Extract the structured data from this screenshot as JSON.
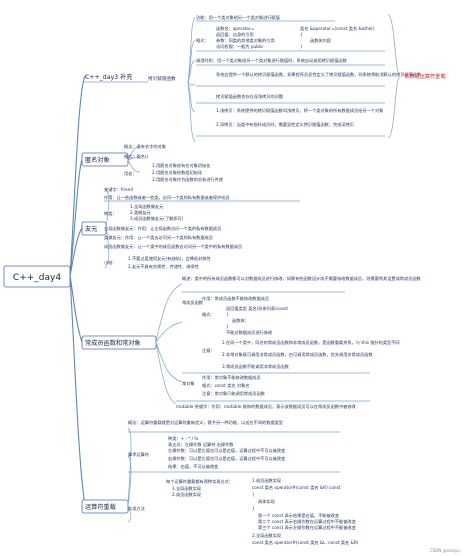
{
  "root": "C++_day4",
  "watermark": "CSDN @xiaoyu",
  "branches": [
    {
      "key": "b1",
      "label": "C++_day3 补充",
      "sub": "拷贝赋值函数",
      "lines": [
        "功能：用一个类对象给另一个类对象进行赋值",
        "格式：",
        "函数名：operator=",
        "返回值：自身的引用",
        "参数：同类的其他类对象的引用",
        "访问权限：一般为 public",
        "类名 &operator=(const 类名 &other)",
        "{",
        "函数体内容",
        "}",
        "调用时机：用一个类对象给另一个类对象进行赋值时，系统自动调用拷贝赋值函数",
        "系统会提供一个默认的拷贝赋值函数，如果程序员显性定义了拷贝赋值函数，则系统将取消默认的拷贝赋值函数",
        "拷贝赋值函数也存在深浅拷贝的问题",
        "1.浅拷贝：系统提供的拷贝赋值函数叫浅拷贝，将一个类对象的所有数据成员给另一个对象",
        "2.深拷贝：当类中有指针成员时，需要显性定义拷贝赋值函数，完成深拷贝"
      ],
      "note": "本质是运算符重载"
    },
    {
      "key": "b2",
      "label": "匿名对象",
      "lines": [
        "概念：没有名字的对象",
        "格式：类名()",
        "用处：",
        "1.用匿名对象给有名对象初始化",
        "2.用匿名对象给数组初始化",
        "3.用匿名对象作为函数的实参进行传递"
      ]
    },
    {
      "key": "b3",
      "label": "友元",
      "lines": [
        "关键字：friend",
        "作用：让一些函数或者一些类，访问一个类的私有数据或者保护成员",
        "种类：",
        "1.全局函数做友元",
        "2.类做友元",
        "3.成员函数做友元(了解即可)",
        "全局函数做友元：作用：让全局函数访问一个类的私有数据成员",
        "类做友元：作用：让一个类去访问另一个类的私有数据成员",
        "成员函数做友元：让一个类中的成员函数去访问另一个类中的私有数据成员",
        "小结：",
        "1.不要过度使用友元(有缺陷)，会降低封装性",
        "2.友元不具有交换性、传递性、继承性"
      ]
    },
    {
      "key": "b4",
      "label": "常成员函数和常对象",
      "lines": [
        "概述：类中的所有成员函数都可以对数据成员进行修改，如果有些函数设计成不需要修改数据成员，则需要将其设置成常成员函数",
        "常成员函数",
        "作用：常成员函数不能修改数据成员",
        "格式：",
        "返回值类型 类名(形参列表)const",
        "{",
        "函数体；",
        "}",
        "不能对数据成员进行修改",
        "注意：",
        "1.在同一个类中，同名的常成员函数和非常成员函数，是函数重载关系，与 this 指针的类型不同",
        "2.非常对象既可调用非常成员函数，也可调用常成员函数，优先调用非常成员函数",
        "3.常成员函数不能调用非常成员函数",
        "常对象",
        "作用：常对象不能修改数据成员",
        "格式：const 类名 对象名",
        "注意：常对象只能调用常成员函数",
        "mutable 关键字：作用：mutable 修饰的数据成员，表示该数据成员可以在常成员函数中被修改"
      ]
    },
    {
      "key": "b5",
      "label": "运算符重载",
      "lines": [
        "概念：运算符重载就是对运算符重新定义，赋予另一种功能，以适应不同的数据类型",
        "算术运算符",
        "种类：+ - * / %",
        "表达式：左操作数 运算符 右操作数",
        "左操作数：可以是左值也可以是右值，运算过程中不可以被改变",
        "右操作数：可以是左值也可以是右值，运算过程中不可以被改变",
        "结果：右值，不可以被改变",
        "实现方法",
        "每个运算符重载都有两种实现方式：",
        "1.全局函数实现",
        "2.成员函数实现",
        "1.成员函数实现",
        "const 类名 operator#(const 类名 &R) const",
        "{",
        "具体实现",
        "}",
        "第一个 const 表示结果是右值，不能被改变",
        "第二个 const 表示右操作数在运算过程中不能被改变",
        "第三个 const 表示左操作数在运算过程中不能被改变",
        "2.全局函数实现",
        "const 类名 operator#(const 类名 &L, const 类名 &R)"
      ]
    }
  ]
}
